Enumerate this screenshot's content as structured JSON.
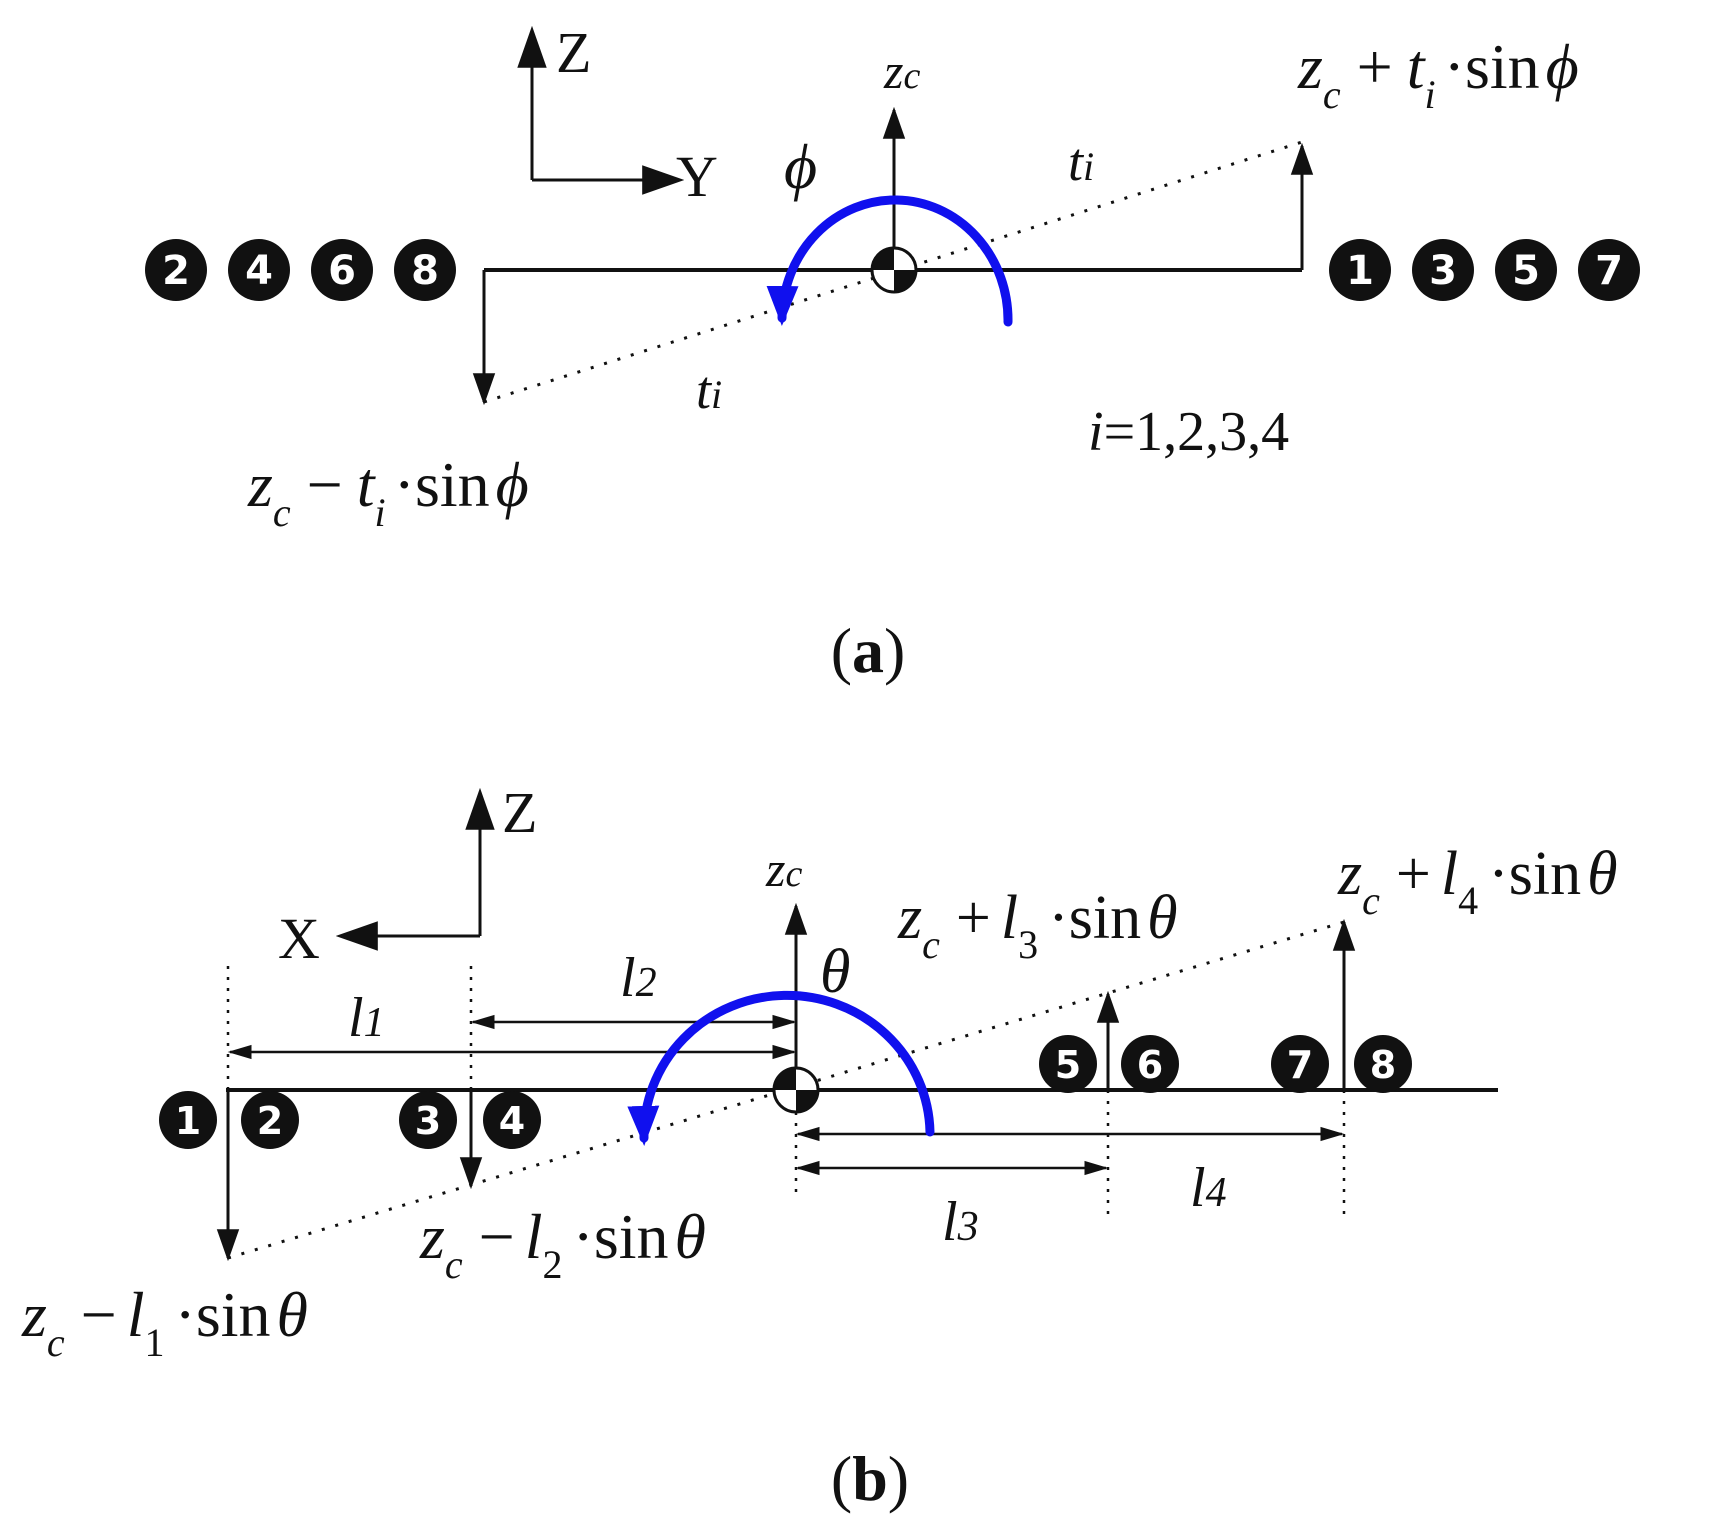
{
  "colors": {
    "ink": "#111111",
    "rotation": "#1010ee",
    "badge_fill": "#111111",
    "badge_text": "#ffffff"
  },
  "panel_a": {
    "caption_open": "(",
    "caption_letter": "a",
    "caption_close": ")",
    "axis_z": "Z",
    "axis_y": "Y",
    "zc": {
      "base": "z",
      "sub": "c"
    },
    "angle": "ϕ",
    "t_upper": {
      "base": "t",
      "sub": "i"
    },
    "t_lower": {
      "base": "t",
      "sub": "i"
    },
    "eq_plus": {
      "z": "z",
      "c": "c",
      "op": "+",
      "t": "t",
      "i": "i",
      "dot": "·",
      "sin": "sin",
      "ang": "ϕ"
    },
    "eq_minus": {
      "z": "z",
      "c": "c",
      "op": "−",
      "t": "t",
      "i": "i",
      "dot": "·",
      "sin": "sin",
      "ang": "ϕ"
    },
    "index_note": {
      "var": "i",
      "rest": "=1,2,3,4"
    },
    "left_badges": [
      "2",
      "4",
      "6",
      "8"
    ],
    "right_badges": [
      "1",
      "3",
      "5",
      "7"
    ]
  },
  "panel_b": {
    "caption_open": "(",
    "caption_letter": "b",
    "caption_close": ")",
    "axis_z": "Z",
    "axis_x": "X",
    "zc": {
      "base": "z",
      "sub": "c"
    },
    "angle": "θ",
    "l1": {
      "base": "l",
      "sub": "1"
    },
    "l2": {
      "base": "l",
      "sub": "2"
    },
    "l3": {
      "base": "l",
      "sub": "3"
    },
    "l4": {
      "base": "l",
      "sub": "4"
    },
    "eq_l1": {
      "z": "z",
      "c": "c",
      "op": "−",
      "l": "l",
      "n": "1",
      "dot": "·",
      "sin": "sin",
      "ang": "θ"
    },
    "eq_l2": {
      "z": "z",
      "c": "c",
      "op": "−",
      "l": "l",
      "n": "2",
      "dot": "·",
      "sin": "sin",
      "ang": "θ"
    },
    "eq_l3": {
      "z": "z",
      "c": "c",
      "op": "+",
      "l": "l",
      "n": "3",
      "dot": "·",
      "sin": "sin",
      "ang": "θ"
    },
    "eq_l4": {
      "z": "z",
      "c": "c",
      "op": "+",
      "l": "l",
      "n": "4",
      "dot": "·",
      "sin": "sin",
      "ang": "θ"
    },
    "badges": [
      "1",
      "2",
      "3",
      "4",
      "5",
      "6",
      "7",
      "8"
    ]
  }
}
